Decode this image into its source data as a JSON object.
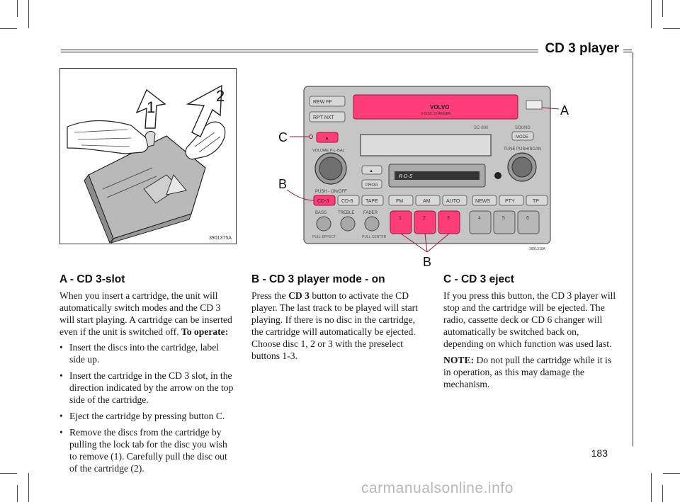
{
  "header": {
    "title": "CD 3 player"
  },
  "figure_left": {
    "code": "3901375A",
    "label_one": "1",
    "label_two": "2"
  },
  "figure_right": {
    "code": "3901310A",
    "callout_a": "A",
    "callout_b_left": "B",
    "callout_b_bottom": "B",
    "callout_c": "C",
    "device": {
      "brand": "VOLVO",
      "subtitle": "3-DISC CHANGER",
      "model": "SC-900",
      "volume_label": "VOLUME P-L-BAL",
      "tune_label": "TUNE PUSH/SCAN",
      "power_label": "PUSH - ON/OFF",
      "fwd_label": "REW     FF",
      "rpt_label": "RPT    NXT",
      "eject_symbol": "▲",
      "prog_label": "PROG",
      "sound_label": "SOUND",
      "mode_label": "MODE",
      "rds_label": "R·D·S",
      "mode_buttons": [
        "CD-3",
        "CD-6",
        "TAPE",
        "FM",
        "AM",
        "AUTO",
        "NEWS",
        "PTY",
        "TP"
      ],
      "knob_labels": [
        "BASS",
        "TREBLE",
        "FADER"
      ],
      "pull_labels": [
        "PULL EFFECT",
        "PULL CENTER"
      ],
      "presets": [
        "1",
        "2",
        "3",
        "4",
        "5",
        "6"
      ]
    }
  },
  "section_a": {
    "heading": "A - CD 3-slot",
    "intro": "When you insert a cartridge, the unit will automatically switch modes and the CD 3 will start playing. A cartridge can be inserted even if the unit is switched off.",
    "intro_bold": "To operate:",
    "bullets": [
      "Insert the discs into the cartridge, label side up.",
      "Insert the cartridge in the CD 3 slot, in the direction indicated by the arrow on the top side of the cartridge.",
      "Eject the cartridge by pressing button C.",
      "Remove the discs from the cartridge by pulling the lock tab for the disc you wish to remove (1). Carefully pull the disc out of the cartridge (2)."
    ]
  },
  "section_b": {
    "heading": "B - CD 3 player mode - on",
    "pre": "Press the ",
    "bold": "CD 3",
    "post": " button to activate the CD player. The last track to be played will start playing. If there is no disc in the cartridge, the cartridge will automatically be ejected. Choose disc 1, 2 or 3 with the preselect buttons 1-3."
  },
  "section_c": {
    "heading": "C - CD 3 eject",
    "body": "If you press this button, the CD 3 player will stop and the cartridge will be ejected. The radio, cassette deck or CD 6 changer will automatically be switched back on, depending on which function was used last.",
    "note_label": "NOTE:",
    "note_body": " Do not pull the cartridge while it is in operation, as this may damage the mechanism."
  },
  "page_number": "183",
  "watermark": "carmanualsonline.info"
}
